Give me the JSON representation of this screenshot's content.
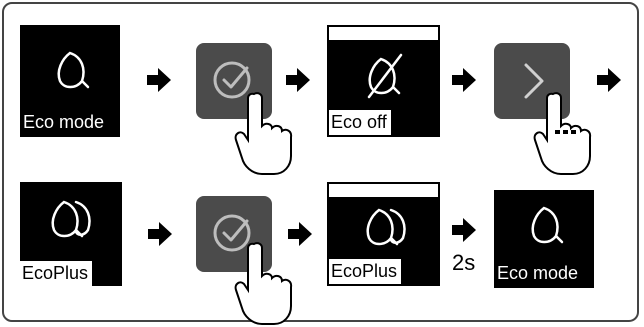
{
  "row1": {
    "screen1_label": "Eco mode",
    "screen2_label": "Eco off"
  },
  "row2": {
    "screen1_label": "EcoPlus",
    "screen2_label": "EcoPlus",
    "delay_label": "2s",
    "screen3_label": "Eco mode"
  },
  "icons": [
    "leaf-icon",
    "check-circle-icon",
    "leaf-off-icon",
    "chevron-right-icon",
    "double-leaf-icon",
    "hand-pointer-icon",
    "arrow-right-icon"
  ],
  "colors": {
    "screen": "#000000",
    "button": "#4b4b4b",
    "frame": "#444444"
  }
}
